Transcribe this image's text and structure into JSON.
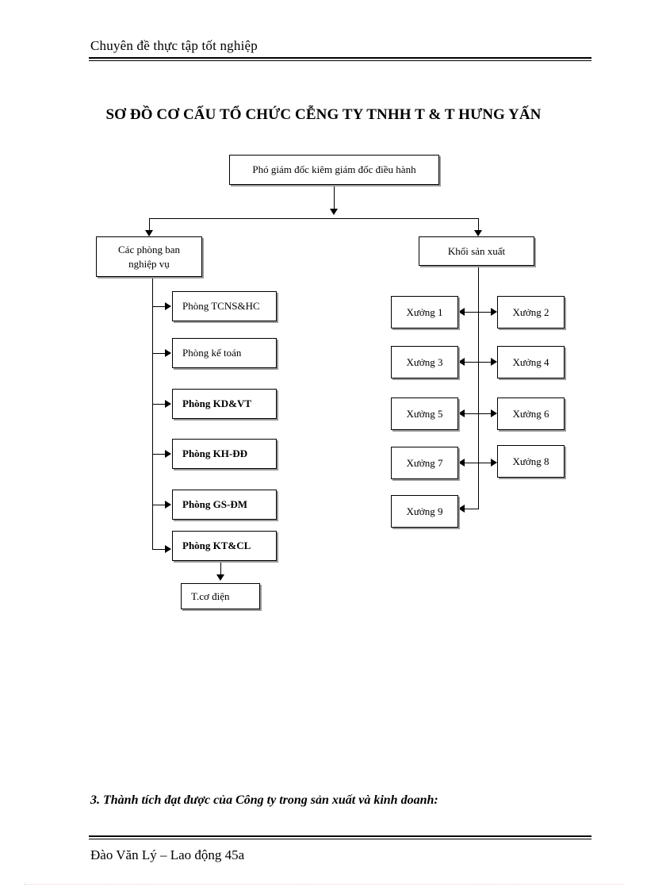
{
  "header": {
    "running_head": "Chuyên đề thực tập tốt nghiệp"
  },
  "diagram": {
    "title": "SƠ ĐỒ CƠ CẤU TỔ CHỨC CỄNG TY TNHH T & T HƯNG YẤN",
    "root": {
      "label": "Phó giám đốc kiêm giám đốc điều hành"
    },
    "branches": {
      "left": {
        "label_line1": "Các phòng ban",
        "label_line2": "nghiệp vụ"
      },
      "right": {
        "label": "Khối sản xuất"
      }
    },
    "departments": [
      {
        "label": "Phòng  TCNS&HC"
      },
      {
        "label": "Phòng kế toán"
      },
      {
        "label": "Phòng  KD&VT"
      },
      {
        "label": "Phòng  KH-ĐĐ"
      },
      {
        "label": "Phòng  GS-ĐM"
      },
      {
        "label": "Phòng  KT&CL"
      }
    ],
    "sub_department": {
      "label": "T.cơ điện"
    },
    "workshops_left": [
      {
        "label": "Xưởng 1"
      },
      {
        "label": "Xưởng 3"
      },
      {
        "label": "Xưởng 5"
      },
      {
        "label": "Xưởng 7"
      },
      {
        "label": "Xưởng 9"
      }
    ],
    "workshops_right": [
      {
        "label": "Xưởng 2"
      },
      {
        "label": "Xưởng 4"
      },
      {
        "label": "Xưởng 6"
      },
      {
        "label": "Xưởng 8"
      }
    ]
  },
  "footer": {
    "section_heading": "3. Thành tích đạt được của Công ty trong sản xuất và kinh doanh:",
    "author_line": "Đào Văn Lý – Lao động 45a"
  }
}
